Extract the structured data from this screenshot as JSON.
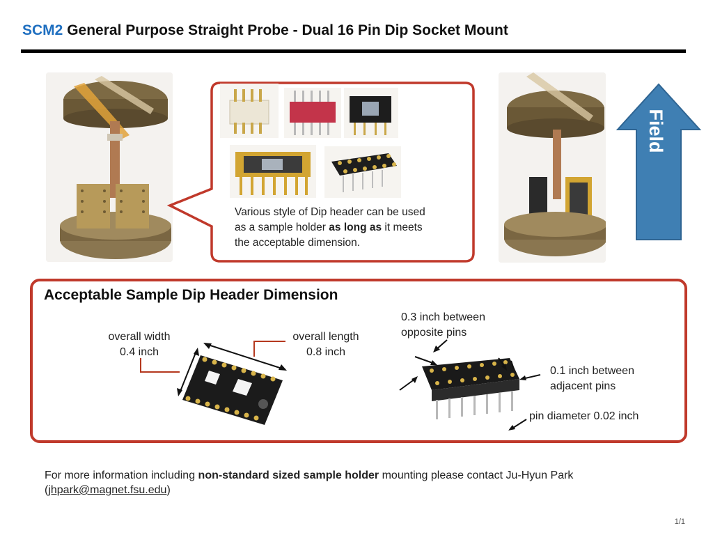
{
  "title": {
    "prefix": "SCM2",
    "main": "General Purpose Straight Probe - Dual 16 Pin Dip Socket Mount"
  },
  "callout": {
    "line1": "Various style of Dip header can be used",
    "line2_pre": "as a sample holder ",
    "line2_bold": "as long as",
    "line2_post": " it meets",
    "line3": "the acceptable dimension."
  },
  "field_arrow": {
    "label": "Field",
    "color": "#3f7fb3"
  },
  "dimension_box": {
    "heading": "Acceptable Sample Dip Header Dimension",
    "width_label_1": "overall width",
    "width_label_2": "0.4 inch",
    "length_label_1": "overall length",
    "length_label_2": "0.8 inch",
    "opposite_1": "0.3 inch between",
    "opposite_2": "opposite pins",
    "adjacent_1": "0.1 inch between",
    "adjacent_2": "adjacent pins",
    "pin_diameter": "pin diameter 0.02 inch",
    "border_color": "#c0392b"
  },
  "footer": {
    "pre": "For more information including ",
    "bold": "non-standard sized sample holder",
    "post": " mounting please contact Ju-Hyun Park",
    "paren_open": "(",
    "email": "jhpark@magnet.fsu.edu",
    "paren_close": ")"
  },
  "page_number": "1/1"
}
